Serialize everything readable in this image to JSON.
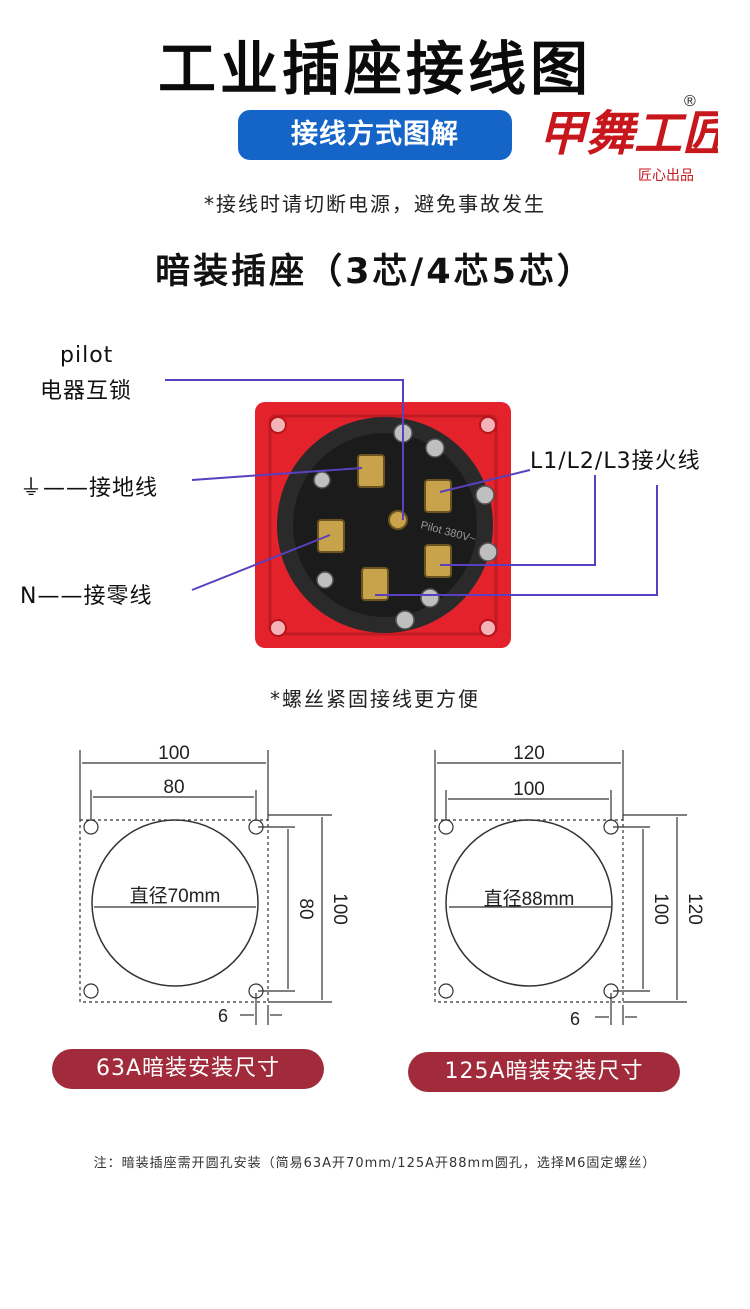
{
  "header": {
    "title": "工业插座接线图",
    "pill_label": "接线方式图解",
    "notice": "*接线时请切断电源，避免事故发生",
    "subtitle": "暗装插座（3芯/4芯5芯）"
  },
  "brand": {
    "logo_text": "甲舞工匠",
    "logo_sub": "匠心出品",
    "registered": "®",
    "color": "#c8161d"
  },
  "wiring": {
    "pilot_label": "pilot",
    "interlock_label": "电器互锁",
    "ground_label": "——接地线",
    "neutral_label": "N——接零线",
    "phase_label": "L1/L2/L3接火线",
    "socket_marking": "Pilot 380V~",
    "line_color": "#5a3fc0"
  },
  "screw_note": "*螺丝紧固接线更方便",
  "dimensions": [
    {
      "outer_width": "100",
      "inner_width": "80",
      "inner_height": "80",
      "outer_height": "100",
      "diameter_label": "直径70mm",
      "offset": "6",
      "caption": "63A暗装安装尺寸"
    },
    {
      "outer_width": "120",
      "inner_width": "100",
      "inner_height": "100",
      "outer_height": "120",
      "diameter_label": "直径88mm",
      "offset": "6",
      "caption": "125A暗装安装尺寸"
    }
  ],
  "footnote": "注：暗装插座需开圆孔安装（简易63A开70mm/125A开88mm圆孔，选择M6固定螺丝）",
  "colors": {
    "blue_pill": "#1565c9",
    "red_pill": "#a12b3a",
    "socket_red": "#e3222b"
  }
}
